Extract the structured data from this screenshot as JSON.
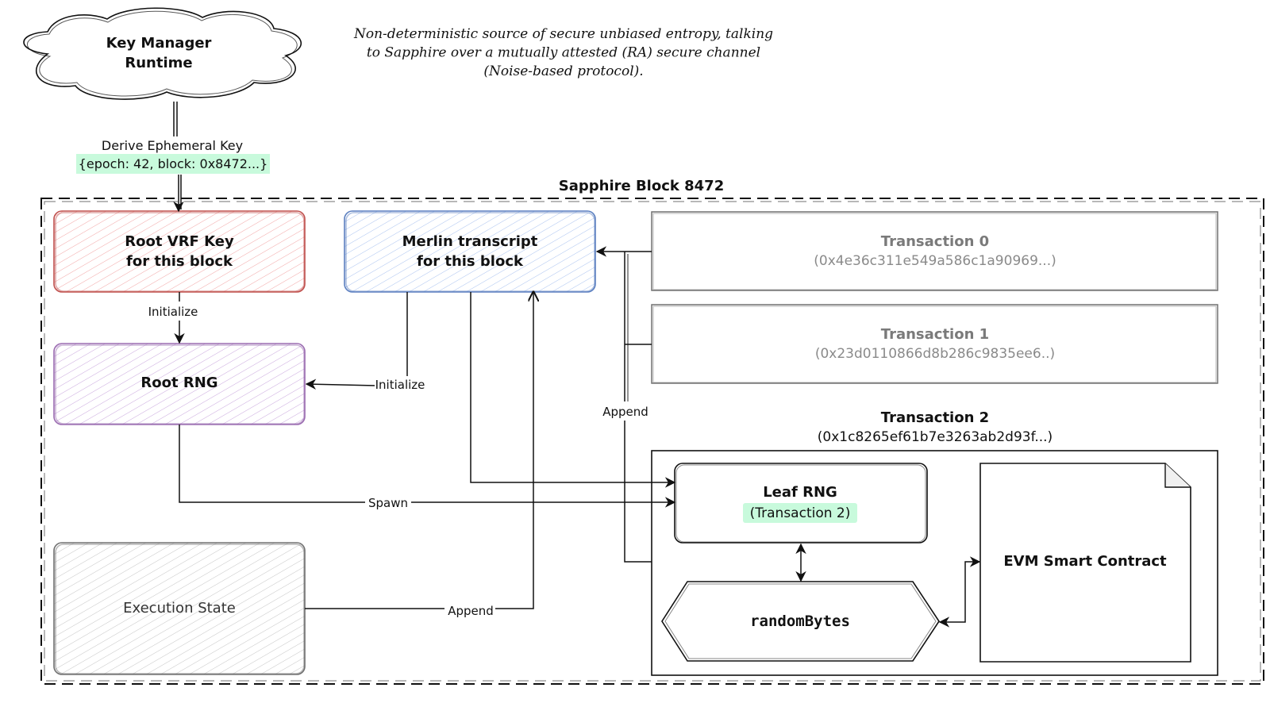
{
  "nodes": {
    "key_manager": "Key Manager|Runtime",
    "root_vrf": "Root VRF Key|for this block",
    "merlin": "Merlin transcript|for this block",
    "root_rng": "Root RNG",
    "execution_state": "Execution State",
    "tx0": {
      "title": "Transaction 0",
      "hash": "(0x4e36c311e549a586c1a90969...)"
    },
    "tx1": {
      "title": "Transaction 1",
      "hash": "(0x23d0110866d8b286c9835ee6..)"
    },
    "tx2": {
      "title": "Transaction 2",
      "hash": "(0x1c8265ef61b7e3263ab2d93f...)"
    },
    "leaf_rng": {
      "title": "Leaf RNG",
      "sub": "(Transaction 2)"
    },
    "random_bytes": "randomBytes",
    "evm": "EVM Smart Contract"
  },
  "group_label": "Sapphire Block 8472",
  "note": "Non-deterministic source of secure unbiased entropy, talking|to Sapphire over a mutually attested (RA) secure channel|(Noise-based protocol).",
  "edges": {
    "derive_line1": "Derive Ephemeral Key",
    "derive_line2": "{epoch: 42, block: 0x8472...}",
    "init_vrf": "Initialize",
    "init_merlin": "Initialize",
    "append_tx": "Append",
    "spawn": "Spawn",
    "append_state": "Append"
  },
  "colors": {
    "red_stroke": "#c0504d",
    "red_fill": "#ffd6d6",
    "blue_stroke": "#5b7fc0",
    "blue_fill": "#d6e4ff",
    "purple_stroke": "#9a6bb0",
    "purple_fill": "#ead6f5",
    "gray_stroke": "#707070",
    "gray_fill": "#e6e6e6",
    "highlight": "#c8fadc"
  }
}
